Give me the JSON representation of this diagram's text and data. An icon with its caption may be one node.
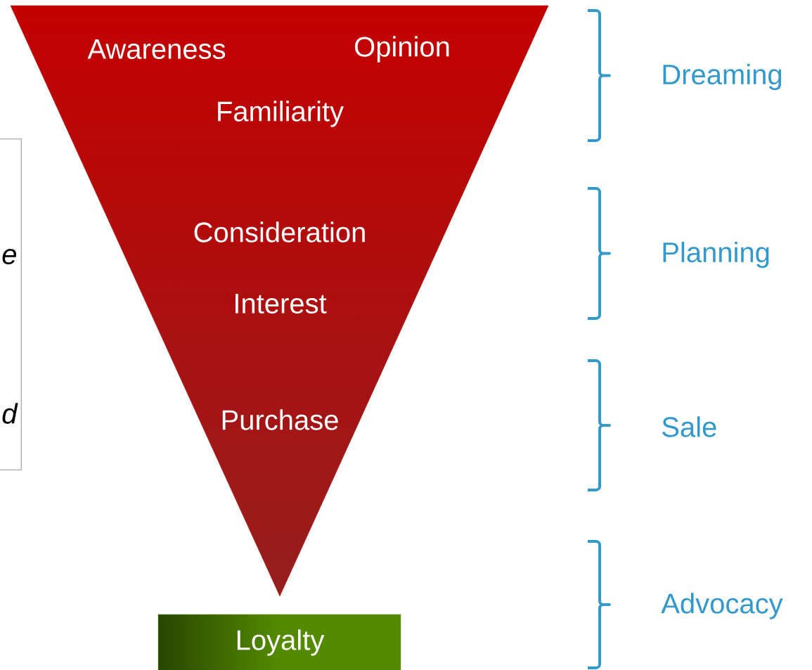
{
  "diagram": {
    "nodes": [
      {
        "text": [
          "Awareness",
          "Opinion",
          "Familiarity",
          "Consideration",
          "Interest",
          "Purchase"
        ]
      },
      {
        "text": [
          "e",
          "d"
        ]
      },
      {
        "text": [
          "Loyalty"
        ]
      }
    ],
    "labels": [
      "Dreaming",
      "Planning",
      "Sale",
      "Advocacy"
    ]
  }
}
